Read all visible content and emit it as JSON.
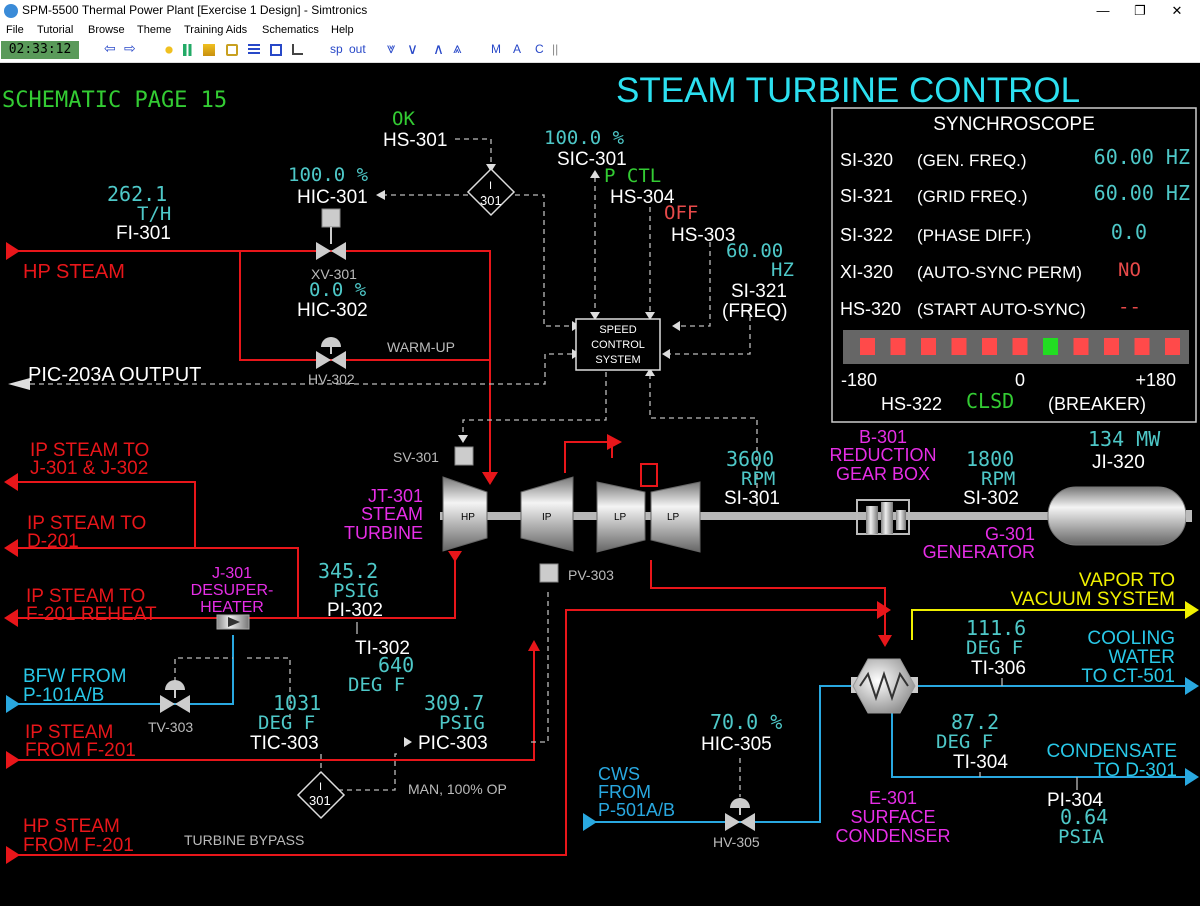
{
  "window": {
    "title": "SPM-5500 Thermal Power Plant [Exercise 1 Design] - Simtronics",
    "minimize": "—",
    "maximize": "❐",
    "close": "✕"
  },
  "menu": [
    "File",
    "Tutorial",
    "Browse",
    "Theme",
    "Training Aids",
    "Schematics",
    "Help"
  ],
  "toolbar": {
    "clock": "02:33:12",
    "back": "⇦",
    "forward": "⇨",
    "sp": "sp",
    "out": "out",
    "dn2": "⩔",
    "dn": "∨",
    "up": "∧",
    "up2": "⩓",
    "m": "M",
    "a": "A",
    "c": "C",
    "sep": "||"
  },
  "page": {
    "label": "SCHEMATIC PAGE 15",
    "title": "STEAM TURBINE CONTROL"
  },
  "synchroscope": {
    "title": "SYNCHROSCOPE",
    "rows": [
      {
        "tag": "SI-320",
        "desc": "(GEN. FREQ.)",
        "value": "60.00 HZ"
      },
      {
        "tag": "SI-321",
        "desc": "(GRID FREQ.)",
        "value": "60.00 HZ"
      },
      {
        "tag": "SI-322",
        "desc": "(PHASE DIFF.)",
        "value": "0.0"
      },
      {
        "tag": "XI-320",
        "desc": "(AUTO-SYNC PERM)",
        "value": "NO"
      },
      {
        "tag": "HS-320",
        "desc": "(START AUTO-SYNC)",
        "value": "--"
      }
    ],
    "scale_min": "-180",
    "scale_mid": "0",
    "scale_max": "+180",
    "lamp_lit_index": 6,
    "breaker_tag": "HS-322",
    "breaker_state": "CLSD",
    "breaker_label": "(BREAKER)"
  },
  "instruments": {
    "hs301_status": "OK",
    "hs301_tag": "HS-301",
    "sic301_value": "100.0 %",
    "sic301_tag": "SIC-301",
    "hs304_status": "P CTL",
    "hs304_tag": "HS-304",
    "hs303_status": "OFF",
    "hs303_tag": "HS-303",
    "si321_value": "60.00",
    "si321_unit": "HZ",
    "si321_tag": "SI-321",
    "si321_desc": "(FREQ)",
    "hic301_value": "100.0 %",
    "hic301_tag": "HIC-301",
    "fi301_value": "262.1",
    "fi301_unit": "T/H",
    "fi301_tag": "FI-301",
    "xv301": "XV-301",
    "hic302_value": "0.0 %",
    "hic302_tag": "HIC-302",
    "hv302": "HV-302",
    "warmup": "WARM-UP",
    "sel301": "301",
    "sel301_i": "I",
    "speed_control": [
      "SPEED",
      "CONTROL",
      "SYSTEM"
    ],
    "sv301": "SV-301",
    "pv303": "PV-303",
    "si301_value": "3600",
    "si301_unit": "RPM",
    "si301_tag": "SI-301",
    "si302_value": "1800",
    "si302_unit": "RPM",
    "si302_tag": "SI-302",
    "ji320_value": "134 MW",
    "ji320_tag": "JI-320",
    "pi302_value": "345.2",
    "pi302_unit": "PSIG",
    "pi302_tag": "PI-302",
    "ti302_tag": "TI-302",
    "ti302_value": "640",
    "ti302_unit": "DEG F",
    "tic303_value": "1031",
    "tic303_unit": "DEG F",
    "tic303_tag": "TIC-303",
    "pic303_value": "309.7",
    "pic303_unit": "PSIG",
    "pic303_tag": "PIC-303",
    "tv303": "TV-303",
    "man_op": "MAN, 100% OP",
    "turbine_bypass": "TURBINE BYPASS",
    "hic305_value": "70.0 %",
    "hic305_tag": "HIC-305",
    "hv305": "HV-305",
    "ti306_value": "111.6",
    "ti306_unit": "DEG F",
    "ti306_tag": "TI-306",
    "ti304_value": "87.2",
    "ti304_unit": "DEG F",
    "ti304_tag": "TI-304",
    "pi304_tag": "PI-304",
    "pi304_value": "0.64",
    "pi304_unit": "PSIA"
  },
  "equipment": {
    "hp": "HP",
    "ip": "IP",
    "lp1": "LP",
    "lp2": "LP",
    "turbine": [
      "JT-301",
      "STEAM",
      "TURBINE"
    ],
    "gearbox": [
      "B-301",
      "REDUCTION",
      "GEAR BOX"
    ],
    "generator": [
      "G-301",
      "GENERATOR"
    ],
    "desuperheater": [
      "J-301",
      "DESUPER-",
      "HEATER"
    ],
    "condenser": [
      "E-301",
      "SURFACE",
      "CONDENSER"
    ]
  },
  "streams": {
    "hp_steam": "HP STEAM",
    "pic203a": "PIC-203A OUTPUT",
    "ip_j301": [
      "IP STEAM TO",
      "J-301 & J-302"
    ],
    "ip_d201": [
      "IP STEAM TO",
      "D-201"
    ],
    "ip_f201": [
      "IP STEAM TO",
      "F-201 REHEAT"
    ],
    "bfw": [
      "BFW FROM",
      "P-101A/B"
    ],
    "ip_from": [
      "IP STEAM",
      "FROM F-201"
    ],
    "hp_from": [
      "HP STEAM",
      "FROM F-201"
    ],
    "cws": [
      "CWS",
      "FROM",
      "P-501A/B"
    ],
    "vapor": [
      "VAPOR TO",
      "VACUUM SYSTEM"
    ],
    "cooling": [
      "COOLING",
      "WATER",
      "TO CT-501"
    ],
    "condensate": [
      "CONDENSATE",
      "TO D-301"
    ]
  },
  "colors": {
    "steam": "#e8161a",
    "water": "#29a8e0",
    "label_magenta": "#e62ee6",
    "value_cyan": "#4ec8c8",
    "status_green": "#33cc33",
    "title_cyan": "#2ce0f0",
    "vapor_yellow": "#f0f000"
  }
}
